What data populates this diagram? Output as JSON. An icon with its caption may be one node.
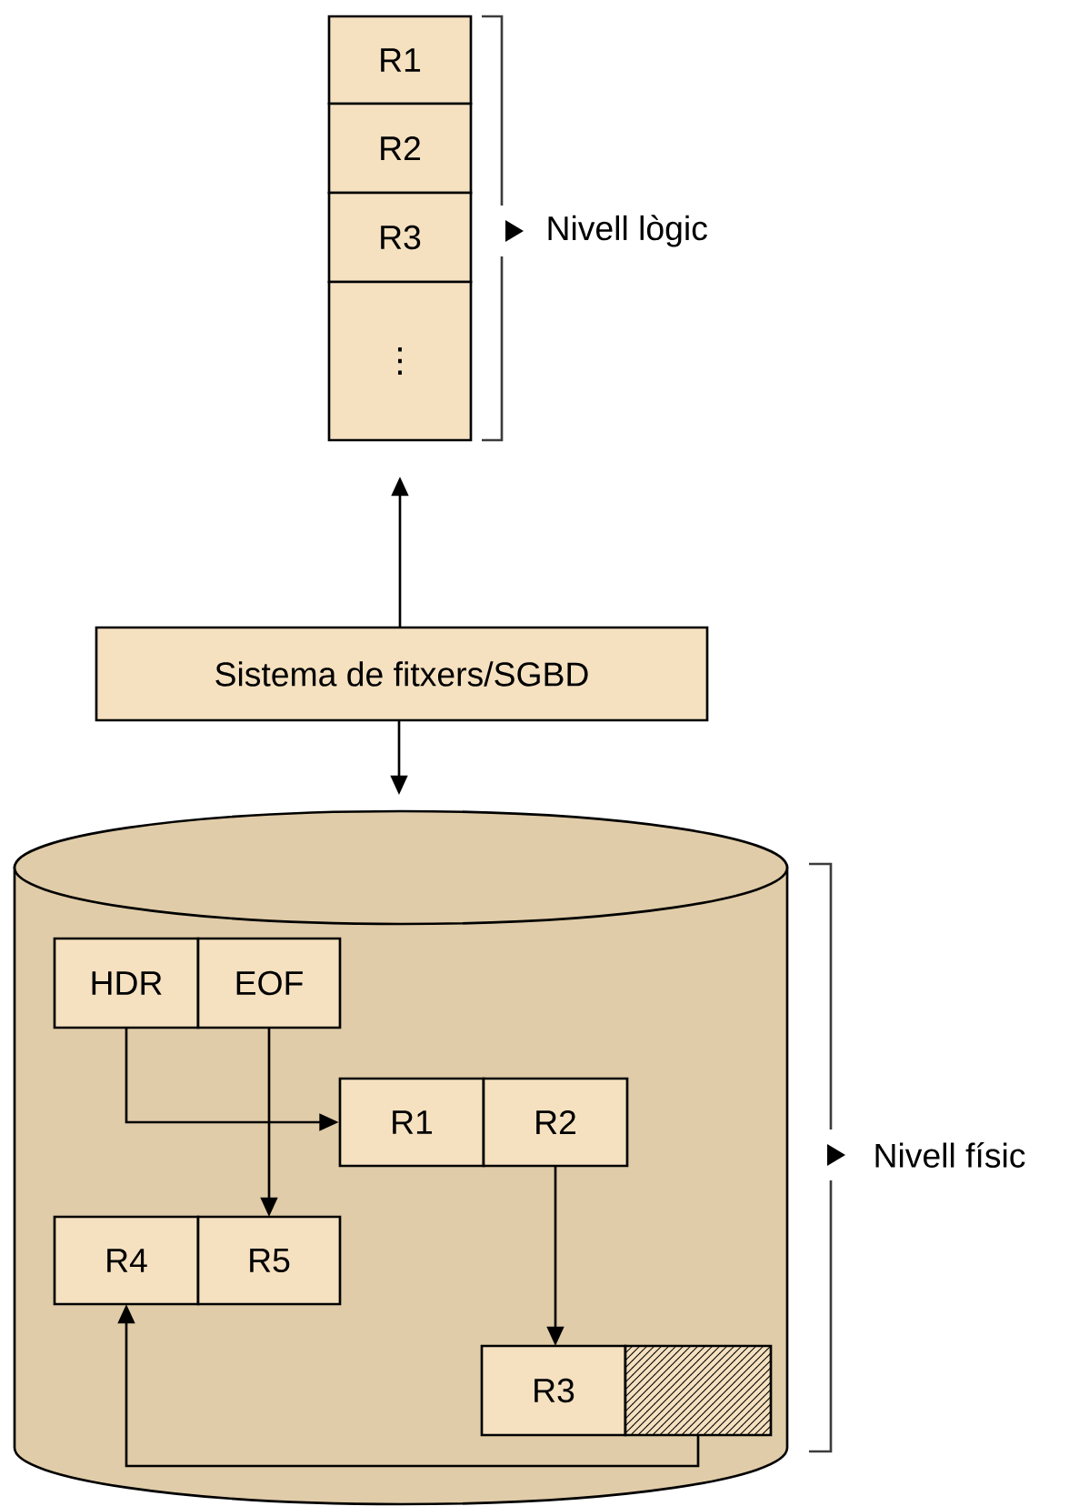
{
  "diagram": {
    "nodes": [
      {
        "text": [
          "R1"
        ]
      },
      {
        "text": [
          "R2"
        ]
      },
      {
        "text": [
          "R3"
        ]
      },
      {
        "text": [
          "⋮"
        ]
      },
      {
        "text": [
          "Sistema de fitxers/SGBD"
        ]
      },
      {
        "text": [],
        "shape": "cylinder"
      },
      {
        "text": [
          "HDR"
        ],
        "in": 5
      },
      {
        "text": [
          "EOF"
        ],
        "in": 5
      },
      {
        "text": [
          "R1"
        ],
        "in": 5
      },
      {
        "text": [
          "R2"
        ],
        "in": 5
      },
      {
        "text": [
          "R4"
        ],
        "in": 5
      },
      {
        "text": [
          "R5"
        ],
        "in": 5
      },
      {
        "text": [
          "R3"
        ],
        "in": 5
      },
      {
        "text": [],
        "shape": "box",
        "in": 5
      }
    ],
    "edges": [
      {
        "from": 4,
        "to": 3,
        "arrow": "to"
      },
      {
        "from": 4,
        "to": 5,
        "arrow": "to"
      },
      {
        "from": 6,
        "to": 8,
        "arrow": "to"
      },
      {
        "from": 7,
        "to": 11,
        "arrow": "to"
      },
      {
        "from": 9,
        "to": 12,
        "arrow": "to"
      },
      {
        "from": 13,
        "to": 10,
        "arrow": "to"
      }
    ],
    "labels": [
      "Nivell lògic",
      "Nivell físic"
    ]
  }
}
